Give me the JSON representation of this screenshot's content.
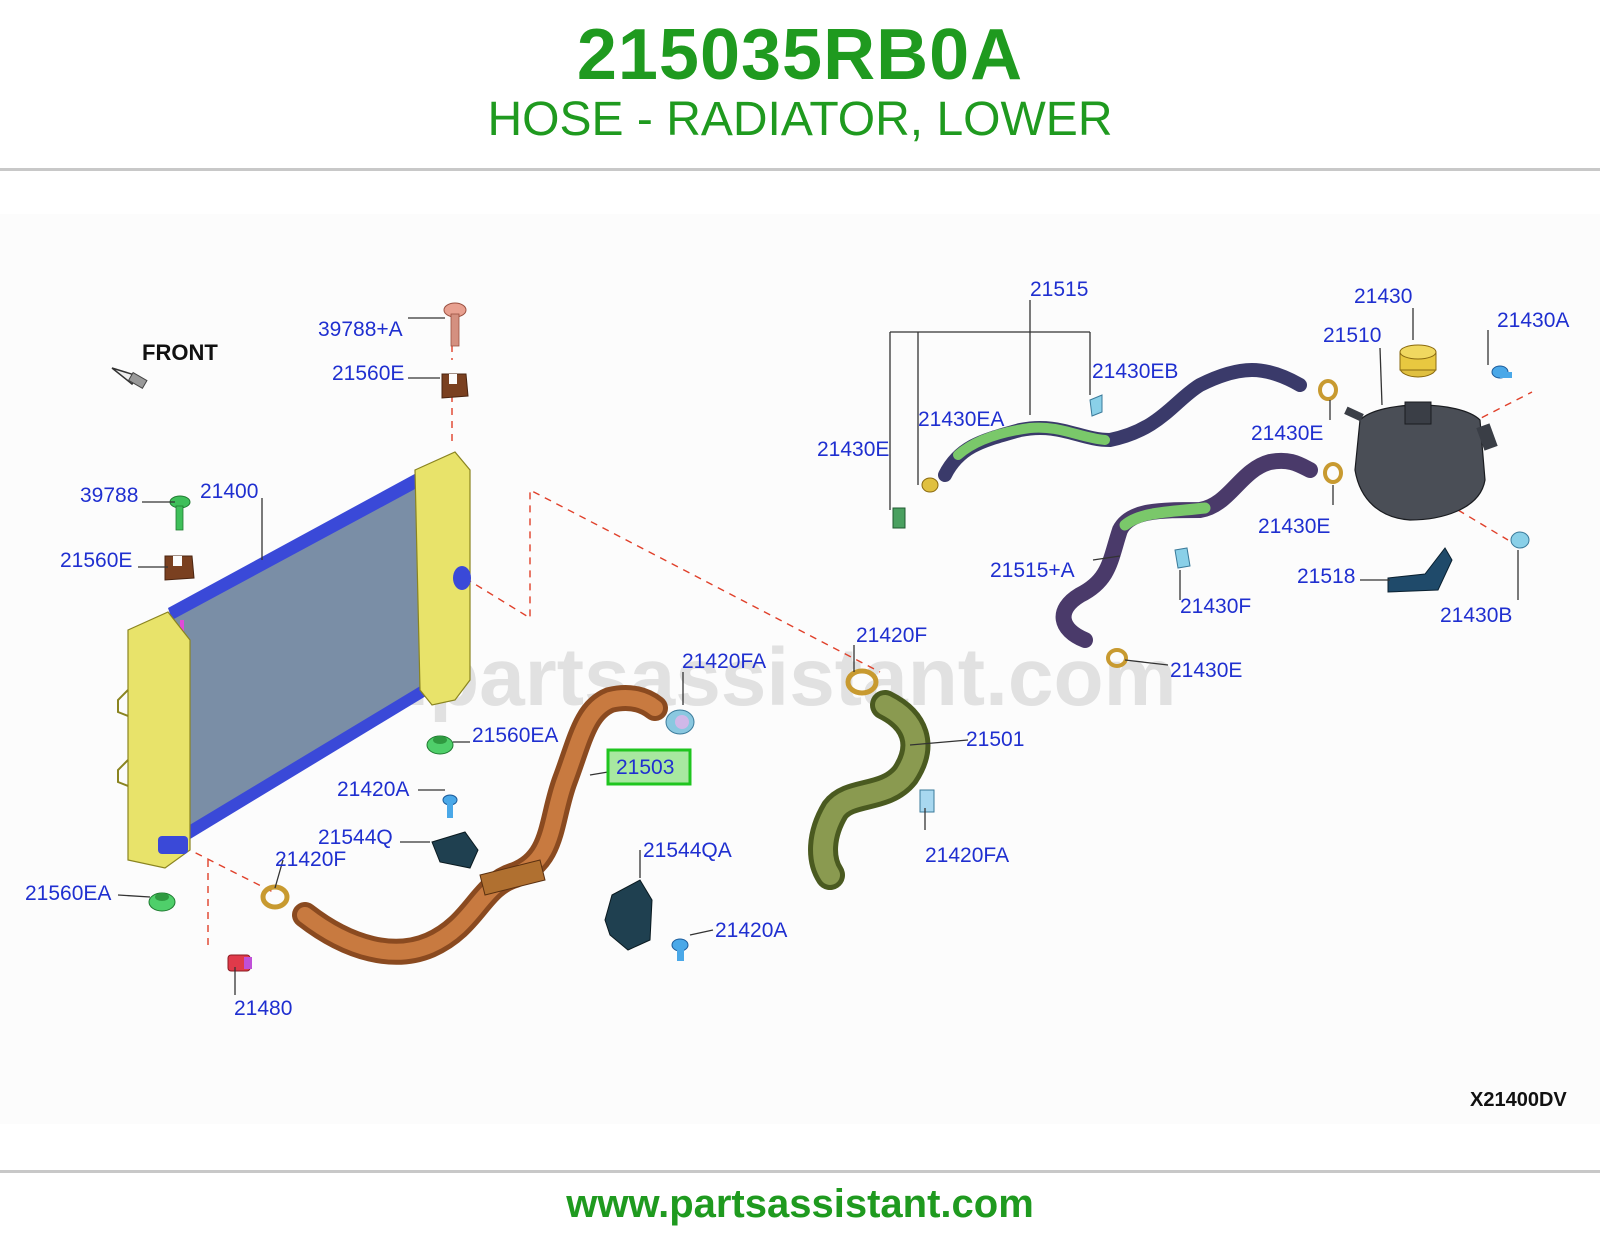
{
  "header": {
    "part_number": "215035RB0A",
    "description": "HOSE - RADIATOR, LOWER"
  },
  "diagram": {
    "front_label": "FRONT",
    "diagram_code": "X21400DV",
    "watermark": "www.partsassistant.com",
    "highlighted_part": "21503",
    "highlight_color": "#1fc51f",
    "callouts": [
      "39788+A",
      "21560E",
      "39788",
      "21400",
      "21560E",
      "21560EA",
      "21420A",
      "21544Q",
      "21420F",
      "21560EA",
      "21480",
      "21420FA",
      "21503",
      "21544QA",
      "21420A",
      "21420F",
      "21501",
      "21420FA",
      "21515",
      "21430EB",
      "21430EA",
      "21430E",
      "21430",
      "21430A",
      "21510",
      "21430E",
      "21430E",
      "21515+A",
      "21430F",
      "21518",
      "21430B",
      "21430E"
    ]
  },
  "footer": {
    "url": "www.partsassistant.com"
  }
}
